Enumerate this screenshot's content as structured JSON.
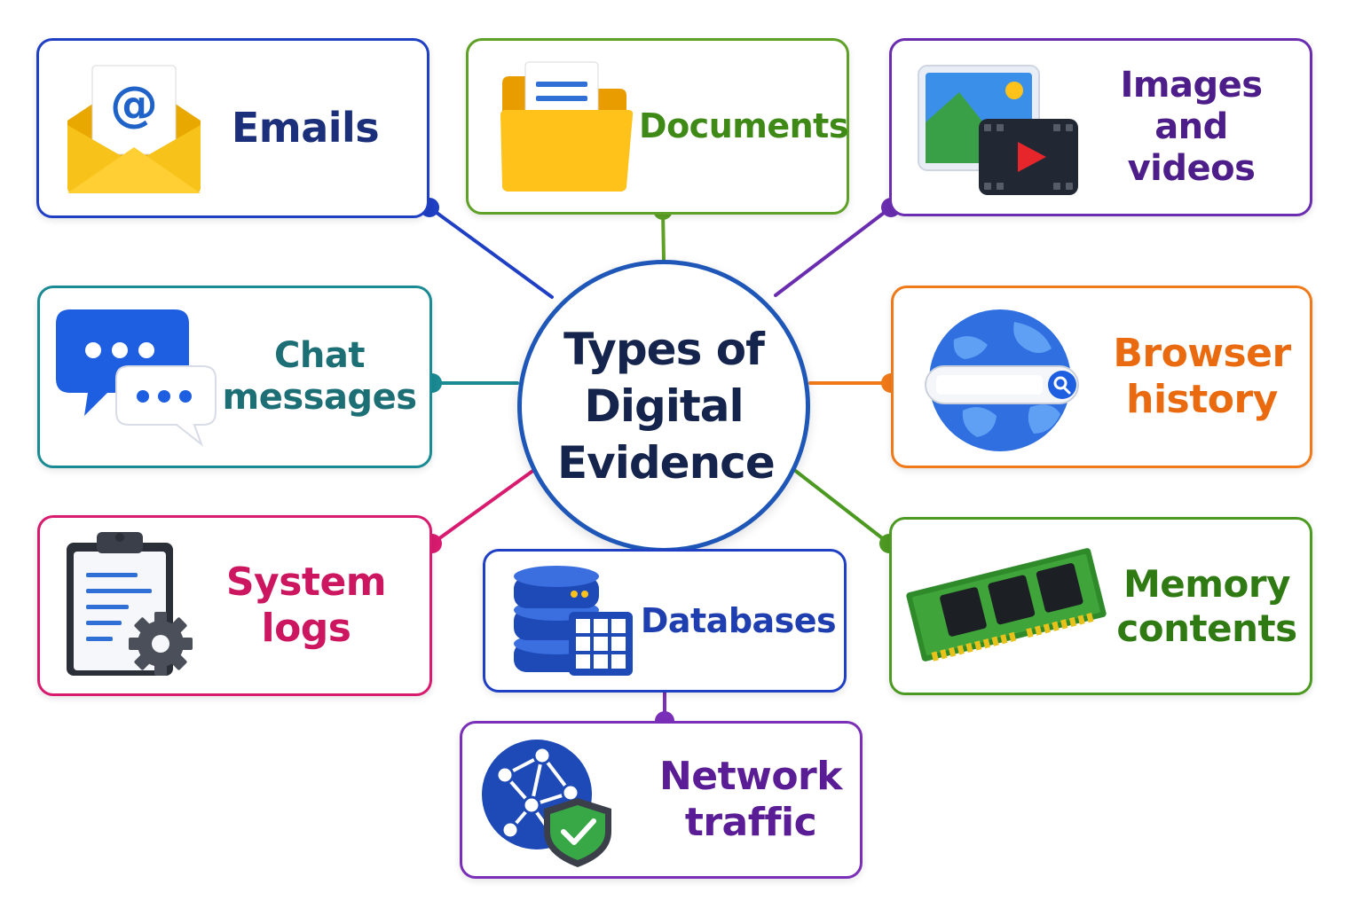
{
  "center": {
    "title": "Types of Digital Evidence",
    "color": "#1f57b8"
  },
  "nodes": [
    {
      "id": "emails",
      "label": "Emails",
      "color": "#1f3fc4",
      "text_color": "#1c2f7a",
      "icon": "email-icon"
    },
    {
      "id": "documents",
      "label": "Documents",
      "color": "#5ea126",
      "text_color": "#3f8a17",
      "icon": "folder-icon"
    },
    {
      "id": "images_videos",
      "label": "Images and videos",
      "color": "#6a2db0",
      "text_color": "#4d1d8a",
      "icon": "image-video-icon"
    },
    {
      "id": "chat",
      "label": "Chat messages",
      "color": "#1a8a93",
      "text_color": "#1d6f76",
      "icon": "chat-icon"
    },
    {
      "id": "browser",
      "label": "Browser history",
      "color": "#f07a1a",
      "text_color": "#ea6a10",
      "icon": "globe-search-icon"
    },
    {
      "id": "logs",
      "label": "System logs",
      "color": "#d81b6e",
      "text_color": "#cc1660",
      "icon": "clipboard-gear-icon"
    },
    {
      "id": "databases",
      "label": "Databases",
      "color": "#1f3fc4",
      "text_color": "#1f3fb0",
      "icon": "database-icon"
    },
    {
      "id": "memory",
      "label": "Memory contents",
      "color": "#4c9a22",
      "text_color": "#2f7a12",
      "icon": "ram-module-icon"
    },
    {
      "id": "network",
      "label": "Network traffic",
      "color": "#7a2fb8",
      "text_color": "#5a1d95",
      "icon": "network-shield-icon"
    }
  ]
}
